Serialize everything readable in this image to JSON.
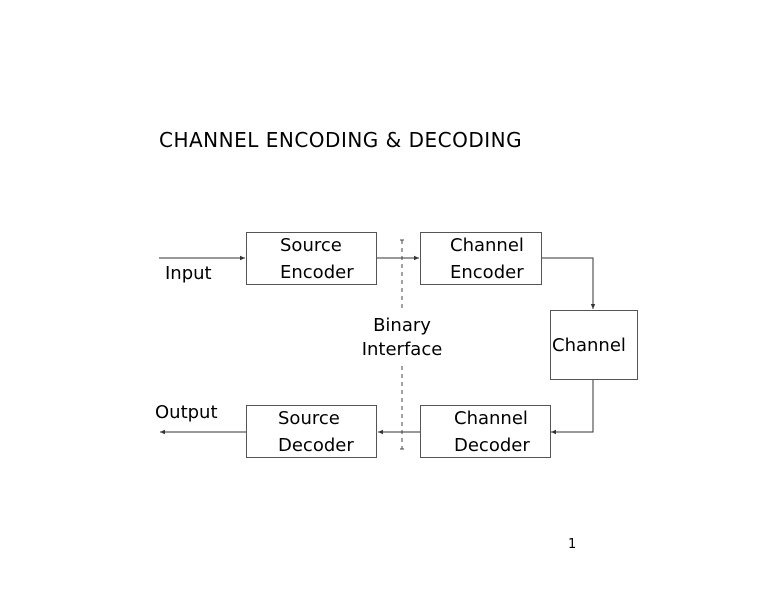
{
  "title": "CHANNEL ENCODING & DECODING",
  "blocks": {
    "source_encoder": [
      "Source",
      "Encoder"
    ],
    "channel_encoder": [
      "Channel",
      "Encoder"
    ],
    "channel": "Channel",
    "channel_decoder": [
      "Channel",
      "Decoder"
    ],
    "source_decoder": [
      "Source",
      "Decoder"
    ]
  },
  "labels": {
    "input": "Input",
    "output": "Output",
    "binary_interface": [
      "Binary",
      "Interface"
    ]
  },
  "page_number": "1"
}
